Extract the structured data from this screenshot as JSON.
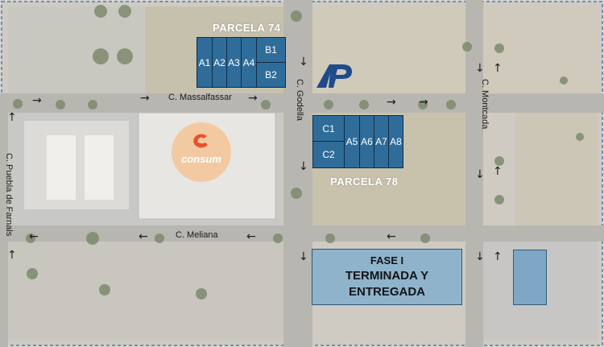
{
  "plots": {
    "parcela74": {
      "label": "PARCELA 74",
      "cells_a": [
        "A1",
        "A2",
        "A3",
        "A4"
      ],
      "cells_b": [
        "B1",
        "B2"
      ]
    },
    "parcela78": {
      "label": "PARCELA 78",
      "cells_c": [
        "C1",
        "C2"
      ],
      "cells_a": [
        "A5",
        "A6",
        "A7",
        "A8"
      ]
    }
  },
  "streets": {
    "massalfassar": "C. Massalfassar",
    "godella": "C. Godella",
    "montcada": "C. Montcada",
    "meliana": "C. Meliana",
    "puebla": "C. Puebla de Farnals"
  },
  "fase": {
    "line1": "FASE I",
    "line2": "TERMINADA Y",
    "line3": "ENTREGADA"
  },
  "store_logo": {
    "text": "consum"
  },
  "brand_logo": {
    "icon": "ap-logo-icon"
  },
  "colors": {
    "plot_fill": "#2f6c9a",
    "plot_border": "#0f2e48",
    "fase_fill": "#8fb3cb",
    "road": "#b8b6b1",
    "logo_circle": "#f3c9a1"
  }
}
